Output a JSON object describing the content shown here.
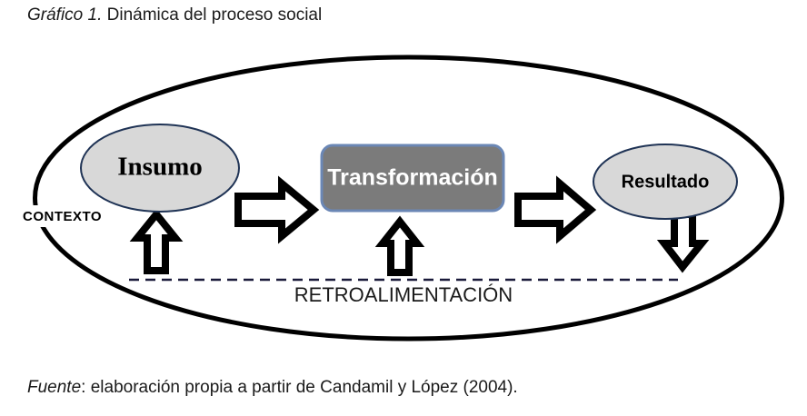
{
  "figure": {
    "title_lead": "Gráfico 1.",
    "title_rest": " Dinámica del proceso social",
    "source_lead": "Fuente",
    "source_rest": ": elaboración propia a partir de Candamil y López (2004)."
  },
  "diagram": {
    "type": "process-flow",
    "boundary": {
      "shape": "ellipse",
      "label": "CONTEXTO",
      "stroke": "#000000",
      "fill": "#ffffff",
      "stroke_width": 5
    },
    "nodes": [
      {
        "id": "insumo",
        "label": "Insumo",
        "shape": "ellipse",
        "fill": "#d8d8d8",
        "stroke": "#1f3355",
        "text_color": "#000000"
      },
      {
        "id": "transformacion",
        "label": "Transformación",
        "shape": "rounded-rect",
        "fill": "#7b7b7b",
        "stroke": "#6b87b5",
        "text_color": "#ffffff"
      },
      {
        "id": "resultado",
        "label": "Resultado",
        "shape": "ellipse",
        "fill": "#d8d8d8",
        "stroke": "#1f3355",
        "text_color": "#000000"
      }
    ],
    "connectors": [
      {
        "id": "insumo-to-transformacion",
        "direction": "right",
        "style": "hollow-block-arrow"
      },
      {
        "id": "transformacion-to-resultado",
        "direction": "right",
        "style": "hollow-block-arrow"
      },
      {
        "id": "feedback-to-insumo",
        "direction": "up",
        "style": "hollow-block-arrow"
      },
      {
        "id": "feedback-to-transformacion",
        "direction": "up",
        "style": "hollow-block-arrow"
      },
      {
        "id": "resultado-to-feedback",
        "direction": "down",
        "style": "hollow-block-arrow"
      }
    ],
    "feedback": {
      "label": "RETROALIMENTACIÓN",
      "line_style": "dashed",
      "line_color": "#1a1a3a"
    }
  }
}
